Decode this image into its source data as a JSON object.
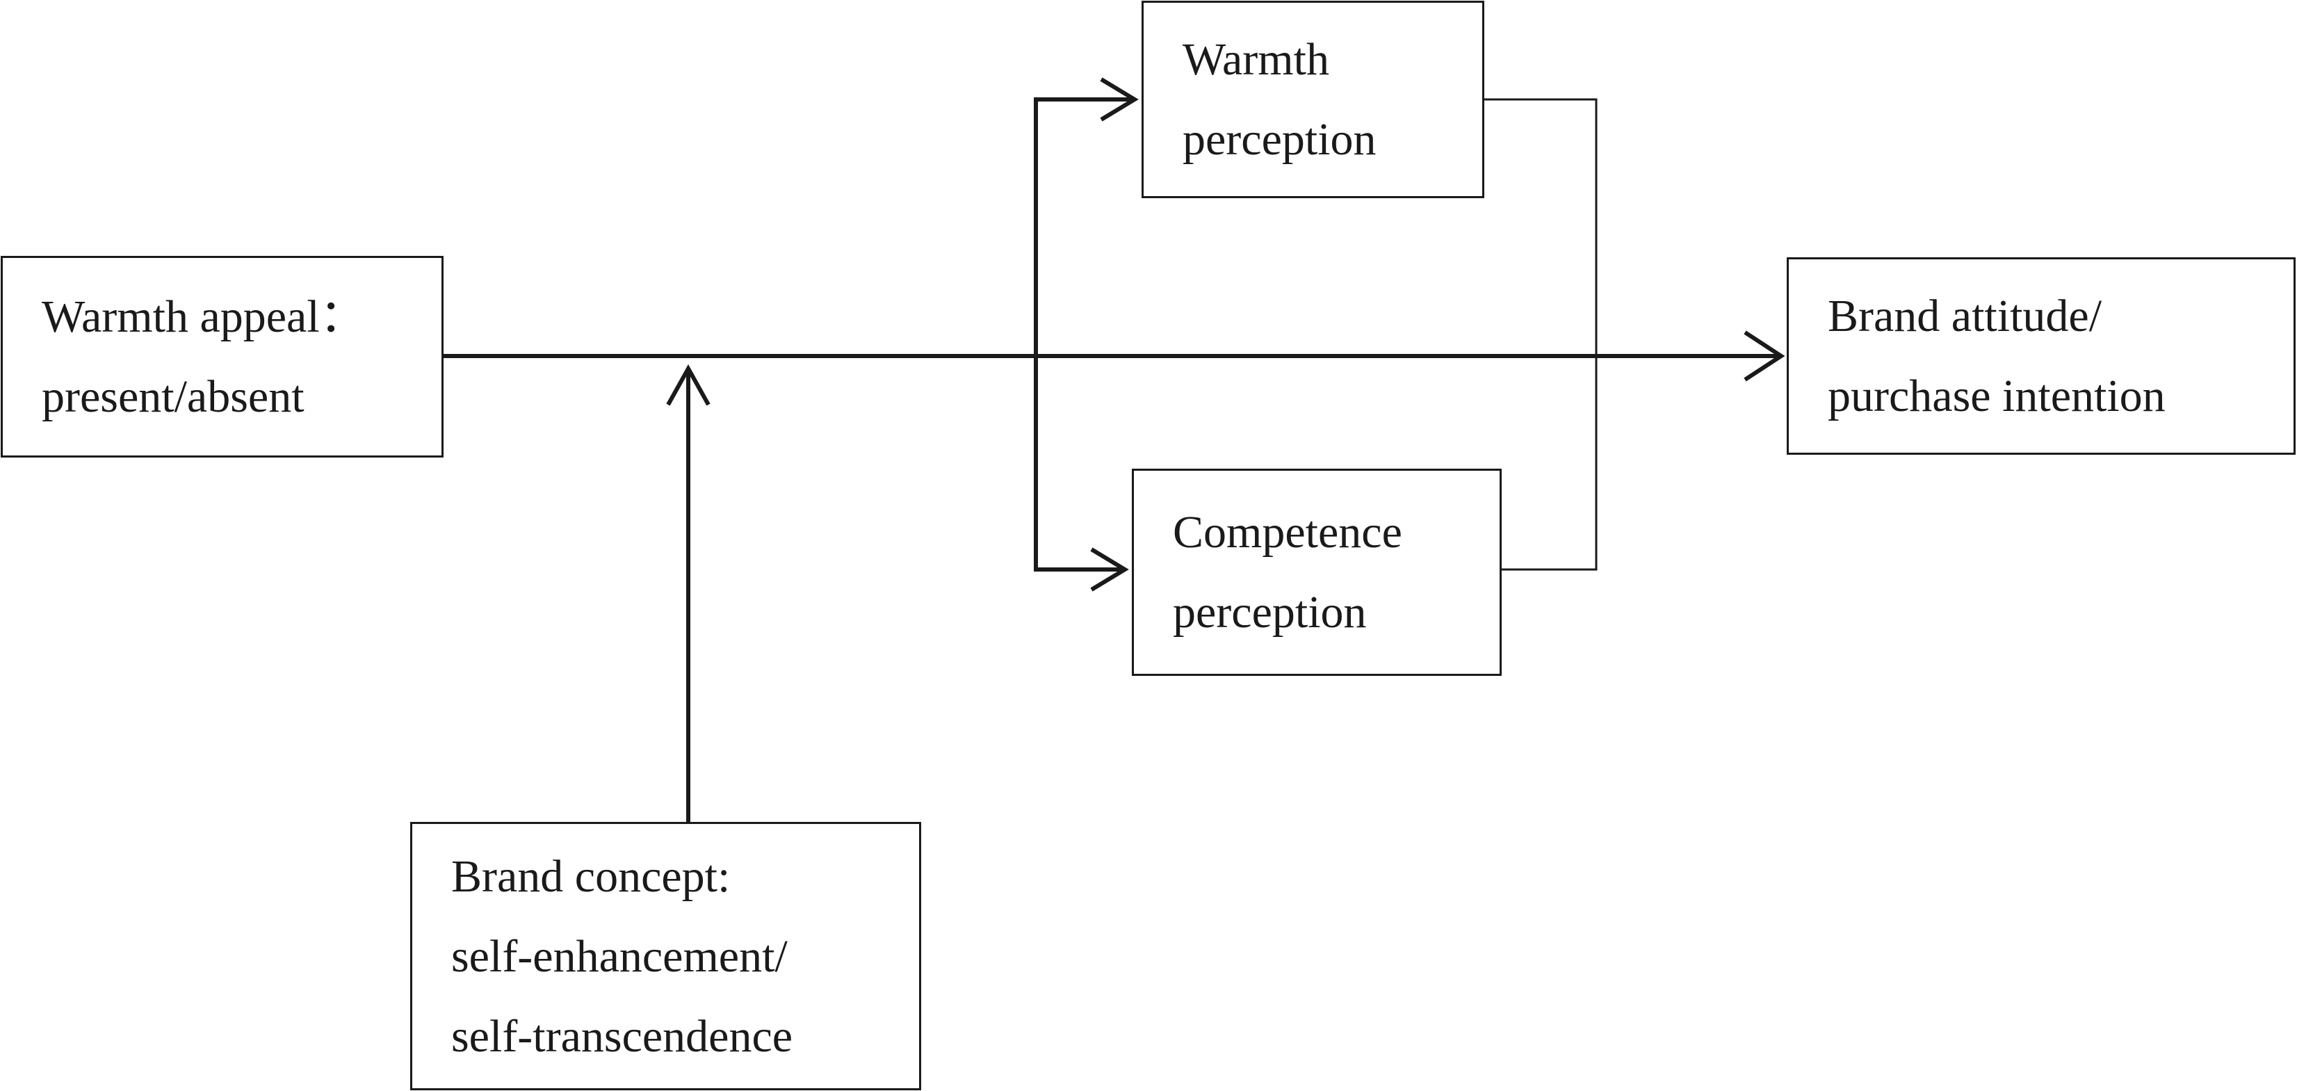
{
  "nodes": {
    "warmth_appeal": {
      "lines": [
        "Warmth appeal：",
        "present/absent"
      ]
    },
    "warmth_perception": {
      "lines": [
        "Warmth",
        "perception"
      ]
    },
    "competence_perception": {
      "lines": [
        "Competence",
        "perception"
      ]
    },
    "brand_attitude": {
      "lines": [
        "Brand attitude/",
        "purchase intention"
      ]
    },
    "brand_concept": {
      "lines": [
        "Brand concept:",
        "self-enhancement/",
        "self-transcendence"
      ]
    }
  },
  "edges": [
    {
      "from": "warmth_appeal",
      "to": "brand_attitude",
      "kind": "direct-effect"
    },
    {
      "from": "warmth_appeal",
      "to": "warmth_perception",
      "kind": "mediator"
    },
    {
      "from": "warmth_appeal",
      "to": "competence_perception",
      "kind": "mediator"
    },
    {
      "from": "warmth_perception",
      "to": "brand_attitude",
      "kind": "mediator-output"
    },
    {
      "from": "competence_perception",
      "to": "brand_attitude",
      "kind": "mediator-output"
    },
    {
      "from": "brand_concept",
      "to": "main-path",
      "kind": "moderator"
    }
  ],
  "colors": {
    "stroke": "#1a1a1a",
    "background": "#ffffff"
  }
}
